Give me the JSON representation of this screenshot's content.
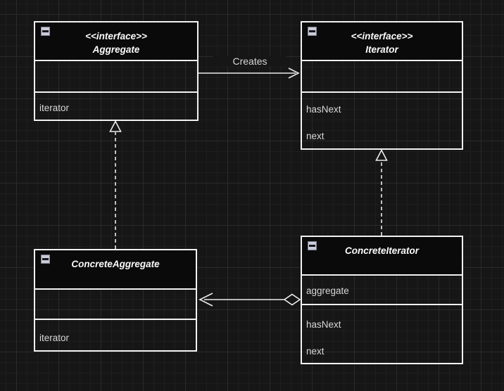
{
  "colors": {
    "canvas_background": "#161616",
    "grid_minor": "#1e1e1e",
    "grid_major": "#2a2a2a",
    "shape_stroke": "#f2f2f2",
    "title_fill": "#0a0a0a",
    "title_text": "#fafafa",
    "member_text": "#d8d8d8",
    "collapse_icon_fill": "#c9cbd8"
  },
  "icons": {
    "collapse": "minus-square-icon"
  },
  "classes": {
    "aggregate": {
      "stereotype": "<<interface>>",
      "name": "Aggregate",
      "attributes": [],
      "methods": [
        "iterator"
      ]
    },
    "iterator": {
      "stereotype": "<<interface>>",
      "name": "Iterator",
      "attributes": [],
      "methods": [
        "hasNext",
        "next"
      ]
    },
    "concrete_aggregate": {
      "name": "ConcreteAggregate",
      "attributes": [],
      "methods": [
        "iterator"
      ]
    },
    "concrete_iterator": {
      "name": "ConcreteIterator",
      "attributes": [
        "aggregate"
      ],
      "methods": [
        "hasNext",
        "next"
      ]
    }
  },
  "edges": {
    "creates": {
      "label": "Creates",
      "type": "directed-association",
      "from": "Aggregate",
      "to": "Iterator"
    },
    "realization_aggregate": {
      "type": "realization-dashed-hollow-triangle",
      "from": "ConcreteAggregate",
      "to": "Aggregate"
    },
    "realization_iterator": {
      "type": "realization-dashed-hollow-triangle",
      "from": "ConcreteIterator",
      "to": "Iterator"
    },
    "aggregation": {
      "type": "aggregation-hollow-diamond",
      "from": "ConcreteIterator",
      "to": "ConcreteAggregate"
    }
  }
}
